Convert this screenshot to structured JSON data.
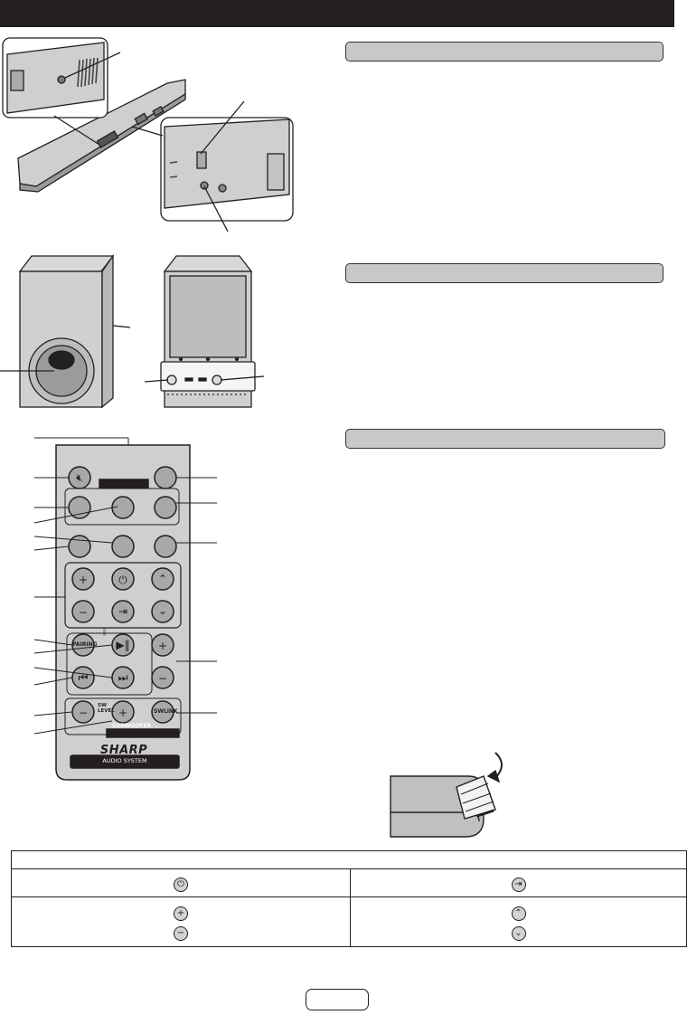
{
  "header": {
    "title": ""
  },
  "sections": [
    {
      "heading": "",
      "text": ""
    },
    {
      "heading": "",
      "text": ""
    },
    {
      "heading": "",
      "text": ""
    }
  ],
  "remote": {
    "brand": "SHARP",
    "subtitle": "AUDIO SYSTEM",
    "pairing_label": "PAIRING",
    "sw_level_label": "SW LEVEL",
    "subwoofer_label": "SUBWOOFER",
    "swlink_label": "SWLINK",
    "icons": [
      "mute-icon",
      "power-icon",
      "input-icon",
      "up-icon",
      "down-icon",
      "plus-icon",
      "minus-icon",
      "play-pause-icon",
      "prev-icon",
      "next-icon",
      "bluetooth-icon"
    ]
  },
  "table": {
    "header": "",
    "rows": [
      {
        "left_icons": [
          "power-icon"
        ],
        "right_icons": [
          "input-icon"
        ]
      },
      {
        "left_icons": [
          "plus-icon",
          "minus-icon"
        ],
        "right_icons": [
          "up-icon",
          "down-icon"
        ]
      }
    ]
  },
  "page_number": ""
}
